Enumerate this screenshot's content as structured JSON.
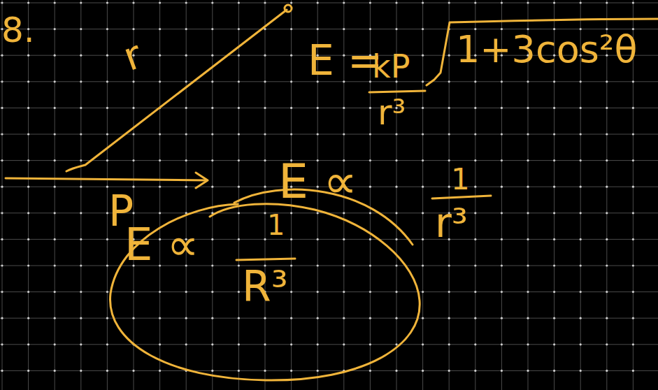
{
  "diagram": {
    "nodes": [
      {
        "text": [
          "E ∝",
          "1",
          "R³"
        ]
      }
    ],
    "labels": [
      "8.",
      "r",
      "P",
      "E =",
      "kP",
      "r³",
      "1+3cos²θ",
      "E ∝",
      "1",
      "r³"
    ]
  }
}
